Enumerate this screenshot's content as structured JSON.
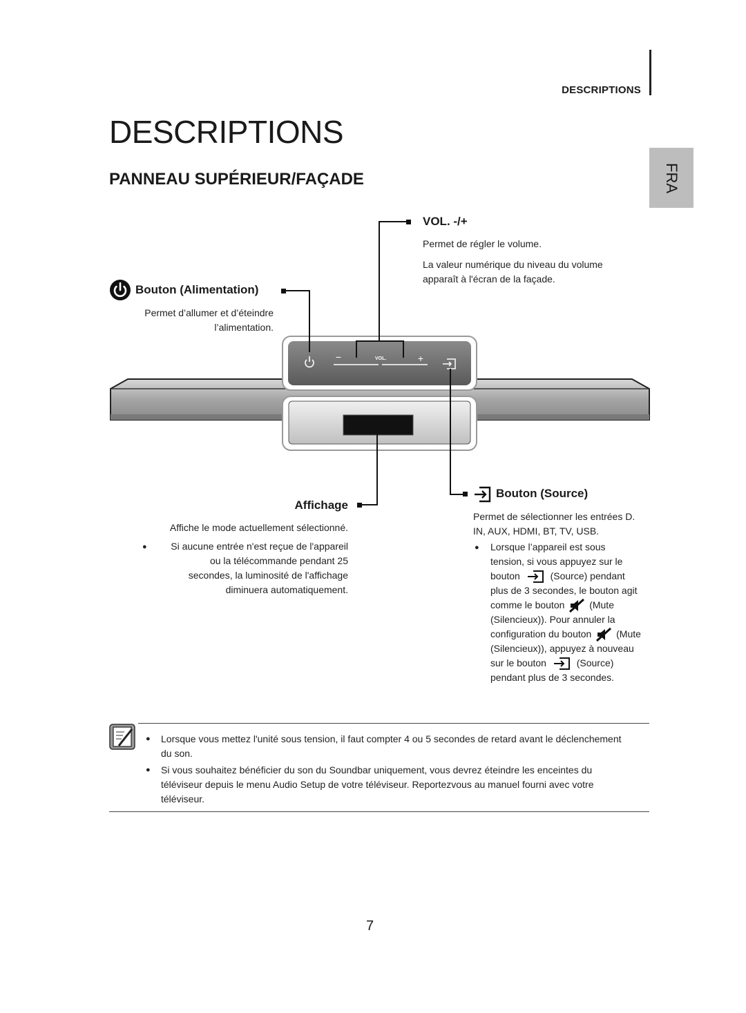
{
  "header": {
    "section_label": "DESCRIPTIONS"
  },
  "page": {
    "title": "DESCRIPTIONS",
    "section_title": "PANNEAU SUPÉRIEUR/FAÇADE",
    "number": "7"
  },
  "lang_tab": {
    "label": "FRA"
  },
  "panel": {
    "vol_label": "VOL.",
    "minus": "−",
    "plus": "+"
  },
  "callouts": {
    "vol": {
      "title": "VOL. -/+",
      "lines": [
        "Permet de régler le volume.",
        "La valeur numérique du niveau du volume",
        "apparaît à l'écran de la façade."
      ]
    },
    "power": {
      "title": "Bouton (Alimentation)",
      "lines": [
        "Permet d’allumer et d’éteindre",
        "l’alimentation."
      ]
    },
    "display": {
      "title": "Affichage",
      "desc": "Affiche le mode actuellement sélectionné.",
      "bullet_lines": [
        "Si aucune entrée n'est reçue de l'appareil",
        "ou la télécommande pendant 25",
        "secondes, la luminosité de l'affichage",
        "diminuera automatiquement."
      ]
    },
    "source": {
      "title": "Bouton (Source)",
      "desc_lines": [
        "Permet de sélectionner les entrées D.",
        "IN, AUX, HDMI, BT, TV, USB."
      ],
      "bullet": {
        "l1": "Lorsque l’appareil est sous",
        "l2": "tension, si vous appuyez sur le",
        "l3a": "bouton",
        "l3b": "(Source) pendant",
        "l4": "plus de 3 secondes, le bouton agit",
        "l5a": "comme le bouton",
        "l5b": "(Mute",
        "l6": "(Silencieux)). Pour annuler la",
        "l7a": "configuration du bouton",
        "l7b": "(Mute",
        "l8": "(Silencieux)), appuyez à nouveau",
        "l9a": "sur le bouton",
        "l9b": "(Source)",
        "l10": "pendant plus de 3 secondes."
      }
    }
  },
  "notes": {
    "items": [
      "Lorsque vous mettez l'unité sous tension, il faut compter 4 ou 5 secondes de retard avant le déclenchement du son.",
      "Si vous souhaitez bénéficier du son du Soundbar uniquement, vous devrez éteindre les enceintes du téléviseur depuis le menu Audio Setup de votre téléviseur. Reportezvous au manuel fourni avec votre téléviseur."
    ]
  },
  "icons": [
    "power-icon",
    "source-icon",
    "mute-icon",
    "note-icon"
  ],
  "colors": {
    "tab_gray": "#bdbdbd",
    "panel_dark": "#6d6d6d",
    "bar_gray": "#a8a8a8"
  }
}
